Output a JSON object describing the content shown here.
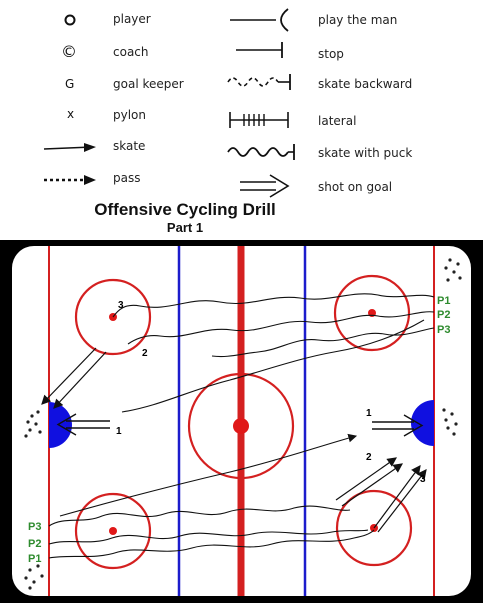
{
  "legend": {
    "player": "player",
    "coach": "coach",
    "goal_keeper": "goal keeper",
    "pylon": "pylon",
    "skate": "skate",
    "pass": "pass",
    "play_the_man": "play the man",
    "stop": "stop",
    "skate_backward": "skate backward",
    "lateral": "lateral",
    "skate_with_puck": "skate with puck",
    "shot_on_goal": "shot on goal",
    "coach_symbol": "©",
    "goalkeeper_symbol": "G",
    "pylon_symbol": "x"
  },
  "title": {
    "main": "Offensive Cycling Drill",
    "sub": "Part 1"
  },
  "rink": {
    "players_right": [
      "P1",
      "P2",
      "P3"
    ],
    "players_left": [
      "P3",
      "P2",
      "P1"
    ],
    "step_numbers": [
      "1",
      "2",
      "3"
    ],
    "colors": {
      "board": "#000000",
      "ice": "#ffffff",
      "red_line": "#d42020",
      "blue_line": "#1c1ccc",
      "crease": "#1010e0",
      "label": "#2e8b2e"
    }
  }
}
